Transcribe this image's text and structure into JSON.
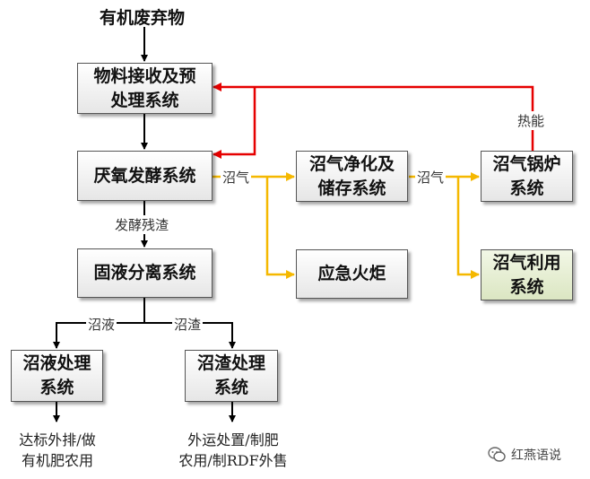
{
  "diagram": {
    "title": "有机废弃物",
    "nodes": {
      "pretreatment": "物料接收及预\n处理系统",
      "anaerobic": "厌氧发酵系统",
      "separation": "固液分离系统",
      "liquid": "沼液处理\n系统",
      "residue": "沼渣处理\n系统",
      "purify": "沼气净化及\n储存系统",
      "flare": "应急火炬",
      "boiler": "沼气锅炉\n系统",
      "utilization": "沼气利用\n系统"
    },
    "edge_labels": {
      "biogas_1": "沼气",
      "biogas_2": "沼气",
      "digestate": "发酵残渣",
      "slurry": "沼液",
      "residue": "沼渣",
      "heat": "热能"
    },
    "outputs": {
      "liquid_out": "达标外排/做\n有机肥农用",
      "residue_out": "外运处置/制肥\n农用/制RDF外售"
    },
    "colors": {
      "black_arrow": "#000000",
      "red_arrow": "#e60000",
      "gas_arrow": "#f5b800",
      "utilization_fill": "#dbe6c2"
    }
  },
  "watermark": {
    "text": "红燕语说",
    "icon": "wechat-logo-icon"
  }
}
